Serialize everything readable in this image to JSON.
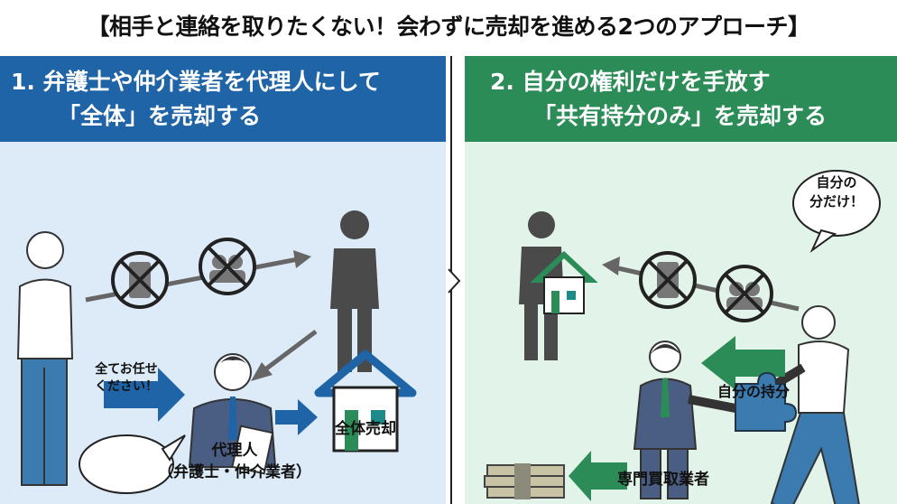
{
  "title": "【相手と連絡を取りたくない！会わずに売却を進める2つのアプローチ】",
  "left": {
    "heading_line1": "1. 弁護士や仲介業者を代理人にして",
    "heading_line2": "「全体」を売却する",
    "bubble_line1": "全てお任せ",
    "bubble_line2": "ください！",
    "agent_label_line1": "代理人",
    "agent_label_line2": "（弁護士・仲介業者）",
    "house_label": "全体売却",
    "color": "#1f64a6",
    "icons": [
      "person-icon",
      "no-phone-icon",
      "no-meeting-icon",
      "co-owner-icon",
      "agent-icon",
      "house-icon",
      "arrow-icon"
    ]
  },
  "right": {
    "heading_line1": "2. 自分の権利だけを手放す",
    "heading_line2": "「共有持分のみ」を売却する",
    "bubble_line1": "自分の",
    "bubble_line2": "分だけ！",
    "share_label": "自分の持分",
    "buyer_label": "専門買取業者",
    "color": "#2b8c57",
    "icons": [
      "co-owner-icon",
      "house-icon",
      "no-phone-icon",
      "no-meeting-icon",
      "person-icon",
      "puzzle-piece-icon",
      "buyer-icon",
      "money-stack-icon",
      "arrow-icon"
    ]
  }
}
